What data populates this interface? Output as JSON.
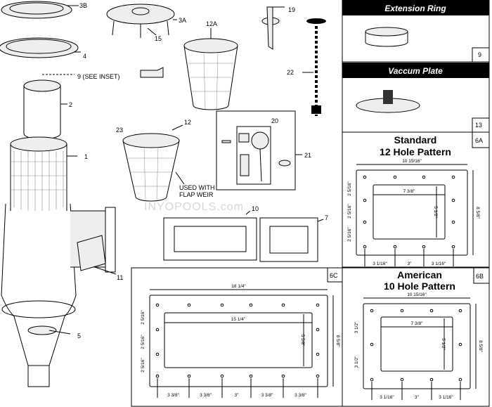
{
  "parts": {
    "p3b": "3B",
    "p3a": "3A",
    "p19": "19",
    "p12a": "12A",
    "p4": "4",
    "p15": "15",
    "p9": "9  (SEE INSET)",
    "p22": "22",
    "p2": "2",
    "p20": "20",
    "p23": "23",
    "p12": "12",
    "p1": "1",
    "p21": "21",
    "flap": [
      "USED WITH",
      "FLAP WEIR"
    ],
    "p10": "10",
    "p7": "7",
    "p11": "11",
    "p5": "5"
  },
  "watermark": "INYOPOOLS.com",
  "insets": {
    "extension_ring": {
      "title": "Extension Ring",
      "part": "9"
    },
    "vacuum_plate": {
      "title": "Vaccum Plate",
      "part": "13"
    }
  },
  "patterns": {
    "a": {
      "id": "6A",
      "title": [
        "Standard",
        "12 Hole Pattern"
      ],
      "width": "10 15/16\"",
      "inner_width": "7 3/8\"",
      "inner_height": "5 1/2\"",
      "height": "8 5/8\"",
      "left": [
        "2 5/16\"",
        "2 5/16\"",
        "2 5/16\""
      ],
      "bottom": [
        "3 1/16\"",
        "3\"",
        "3 1/16\""
      ]
    },
    "b": {
      "id": "6B",
      "title": [
        "American",
        "10 Hole Pattern"
      ],
      "width": "10 15/16\"",
      "inner_width": "7 3/8\"",
      "inner_height": "5 1/2\"",
      "height": "8 5/8\"",
      "left": [
        "3 1/2\"",
        "3 1/2\""
      ],
      "bottom": [
        "3 1/16\"",
        "3\"",
        "3 1/16\""
      ]
    },
    "c": {
      "id": "6C",
      "width": "18 1/4\"",
      "inner_width": "15 1/4\"",
      "inner_height": "5 5/8\"",
      "height": "8 5/8\"",
      "left": [
        "2 5/16\"",
        "2 5/16\"",
        "2 5/16\""
      ],
      "bottom": [
        "3 3/8\"",
        "3 3/8\"",
        "3\"",
        "3 3/8\"",
        "3 3/8\""
      ]
    }
  }
}
